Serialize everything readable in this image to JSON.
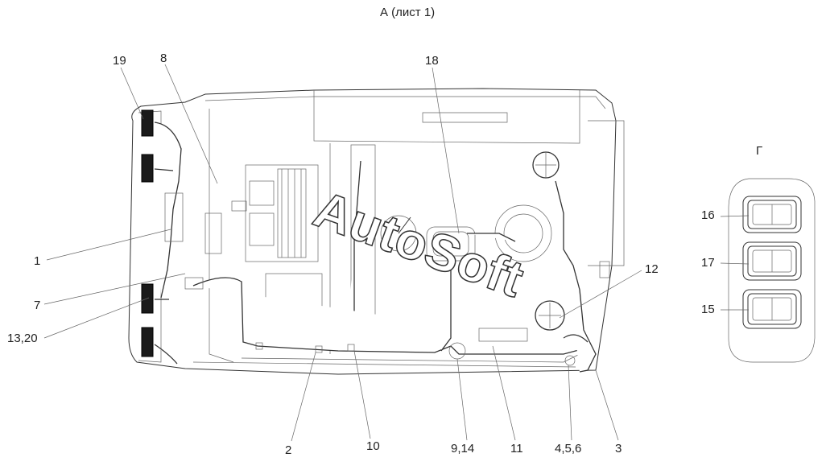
{
  "title": "А (лист 1)",
  "view_label": "Г",
  "watermark": "AutoSoft",
  "callouts": {
    "c19": "19",
    "c8": "8",
    "c18": "18",
    "c1": "1",
    "c7": "7",
    "c13_20": "13,20",
    "c12": "12",
    "c16": "16",
    "c17": "17",
    "c15": "15",
    "c2": "2",
    "c10": "10",
    "c9_14": "9,14",
    "c11": "11",
    "c4_5_6": "4,5,6",
    "c3": "3"
  }
}
